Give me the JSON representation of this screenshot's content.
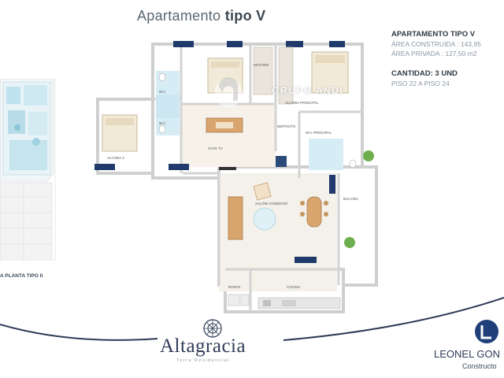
{
  "header": {
    "title_prefix": "Apartamento",
    "title_suffix": "tipo V"
  },
  "info": {
    "heading": "APARTAMENTO TIPO V",
    "area_construida": "ÁREA CONSTRUIDA : 143,95",
    "area_privada": "ÁREA PRIVADA : 127,50 m2",
    "cantidad": "CANTIDAD: 3 UND",
    "pisos": "PISO 22 A PISO 24"
  },
  "site_plan": {
    "caption": "A PLANTA TIPO II"
  },
  "floor_plan": {
    "rooms": {
      "w_c_1": "W.C",
      "w_c_2": "W.C",
      "alcoba_3": "ALCOBA 3",
      "star_tv": "STAR TV",
      "hestier": "HESTIER",
      "alcoba_principal": "ALCOBA PRINCIPAL",
      "deposito": "DEPÓSITO",
      "w_c_principal": "W.C PRINCIPAL",
      "salon_comedor": "SALÓN/ COMEDOR",
      "balcon": "BALCÓN",
      "ropas": "ROPAS",
      "cocina": "COCINA"
    }
  },
  "watermark": "GRUPO ANDI",
  "footer": {
    "brand": "Altagracia",
    "brand_sub": "Torre Residencial",
    "company": "LEONEL GON",
    "company_sub": "Constructo"
  },
  "colors": {
    "accent": "#2f3b57",
    "wall": "#d6d6d6",
    "water": "#d7edf6"
  }
}
